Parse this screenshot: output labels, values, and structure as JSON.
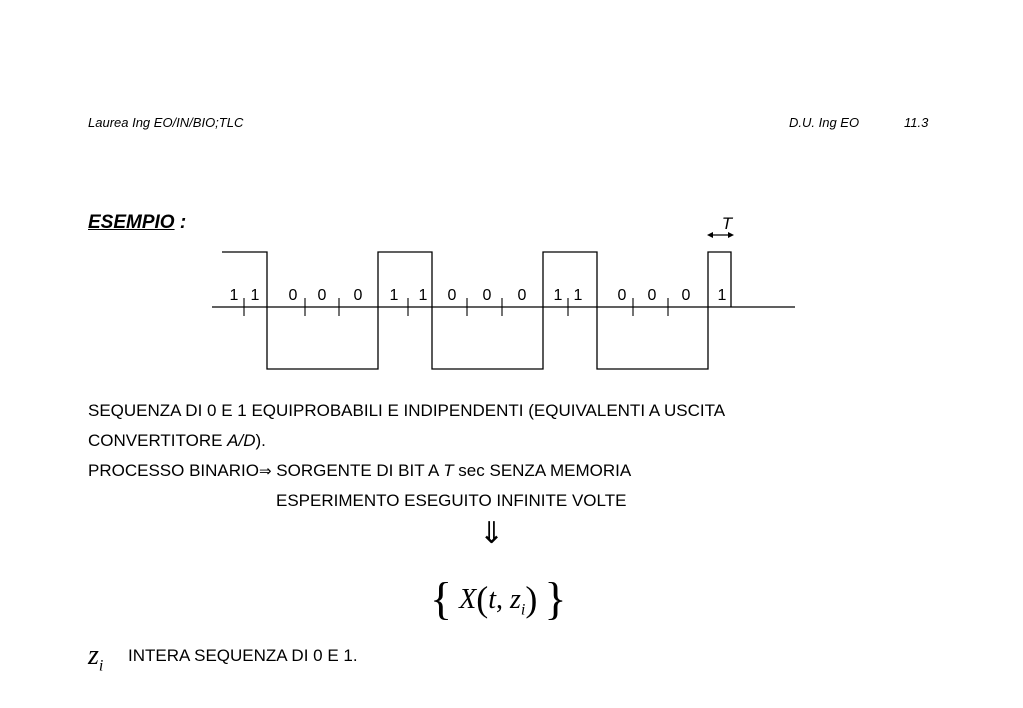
{
  "header": {
    "left": "Laurea  Ing  EO/IN/BIO;TLC",
    "course": "D.U. Ing EO",
    "page": "11.3"
  },
  "title": {
    "main": "ESEMPIO",
    "suffix": " :"
  },
  "waveform": {
    "period_label": "T",
    "bits": [
      "1",
      "1",
      "0",
      "0",
      "0",
      "1",
      "1",
      "0",
      "0",
      "0",
      "1",
      "1",
      "0",
      "0",
      "0",
      "1"
    ]
  },
  "paragraph": {
    "line1": "SEQUENZA DI 0 E 1 EQUIPROBABILI E INDIPENDENTI (EQUIVALENTI A USCITA",
    "line2_prefix": "CONVERTITORE ",
    "line2_italic": "A/D",
    "line2_suffix": ").",
    "line3_prefix": "PROCESSO BINARIO",
    "line3_implies": "⇒",
    "line3_mid": " SORGENTE DI BIT A ",
    "line3_italic": "T",
    "line3_suffix": " sec SENZA MEMORIA",
    "line4": "ESPERIMENTO ESEGUITO INFINITE VOLTE"
  },
  "arrow_down": "⇓",
  "formula": {
    "open_brace": "{",
    "X": "X",
    "open_paren": "(",
    "t": "t",
    "comma": ", ",
    "z": "z",
    "sub": "i",
    "close_paren": ")",
    "close_brace": "}"
  },
  "zi_note": {
    "symbol": "z",
    "sub": "i",
    "text": "INTERA SEQUENZA DI 0 E 1."
  }
}
